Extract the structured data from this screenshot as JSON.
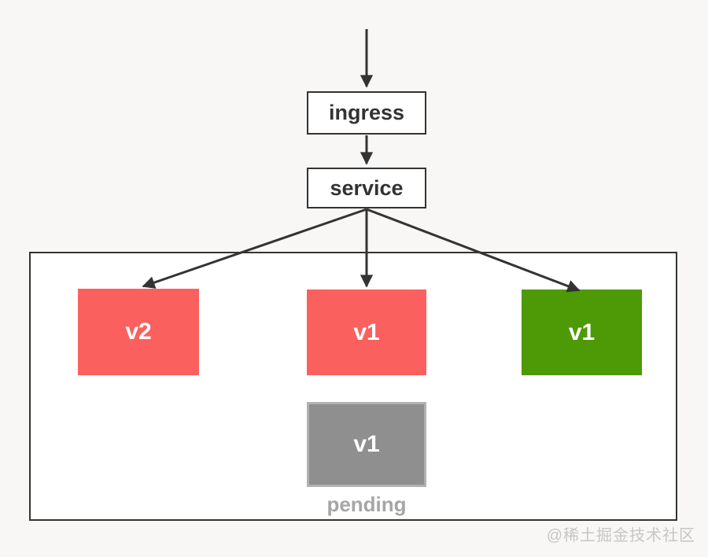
{
  "canvas": {
    "background": "#f8f7f5",
    "watermark": "@稀土掘金技术社区"
  },
  "nodes": {
    "ingress": {
      "label": "ingress"
    },
    "service": {
      "label": "service"
    }
  },
  "cluster": {
    "pods": [
      {
        "label": "v2",
        "color": "#fa615e"
      },
      {
        "label": "v1",
        "color": "#fa615e"
      },
      {
        "label": "v1",
        "color": "#4d9a06"
      },
      {
        "label": "v1",
        "color": "#8f8f8f"
      }
    ],
    "pending_caption": "pending"
  },
  "colors": {
    "arrow": "#333333",
    "node_border": "#333333",
    "cluster_border": "#333333",
    "node_background": "#ffffff",
    "cluster_background": "#ffffff",
    "pending_pod_border": "#b1b1b1",
    "pending_text": "#a6a6a6",
    "pod_text": "#ffffff",
    "watermark_text": "#c6c6c6"
  }
}
